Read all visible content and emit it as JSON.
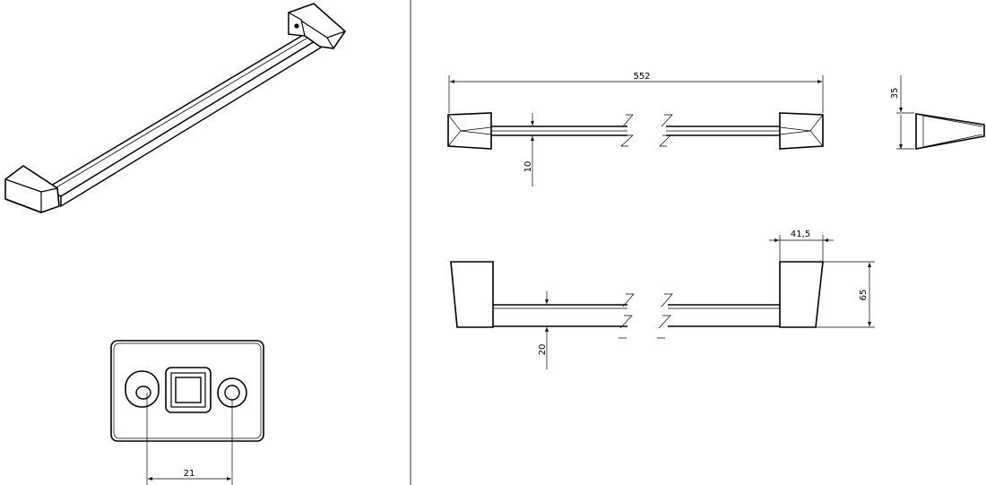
{
  "dimensions": {
    "length": "552",
    "bar_top_thickness": "10",
    "end_height": "35",
    "bracket_depth": "41,5",
    "projection": "65",
    "bar_side_thickness": "20",
    "hole_spacing": "21"
  },
  "colors": {
    "line": "#000000",
    "background": "#ffffff"
  }
}
